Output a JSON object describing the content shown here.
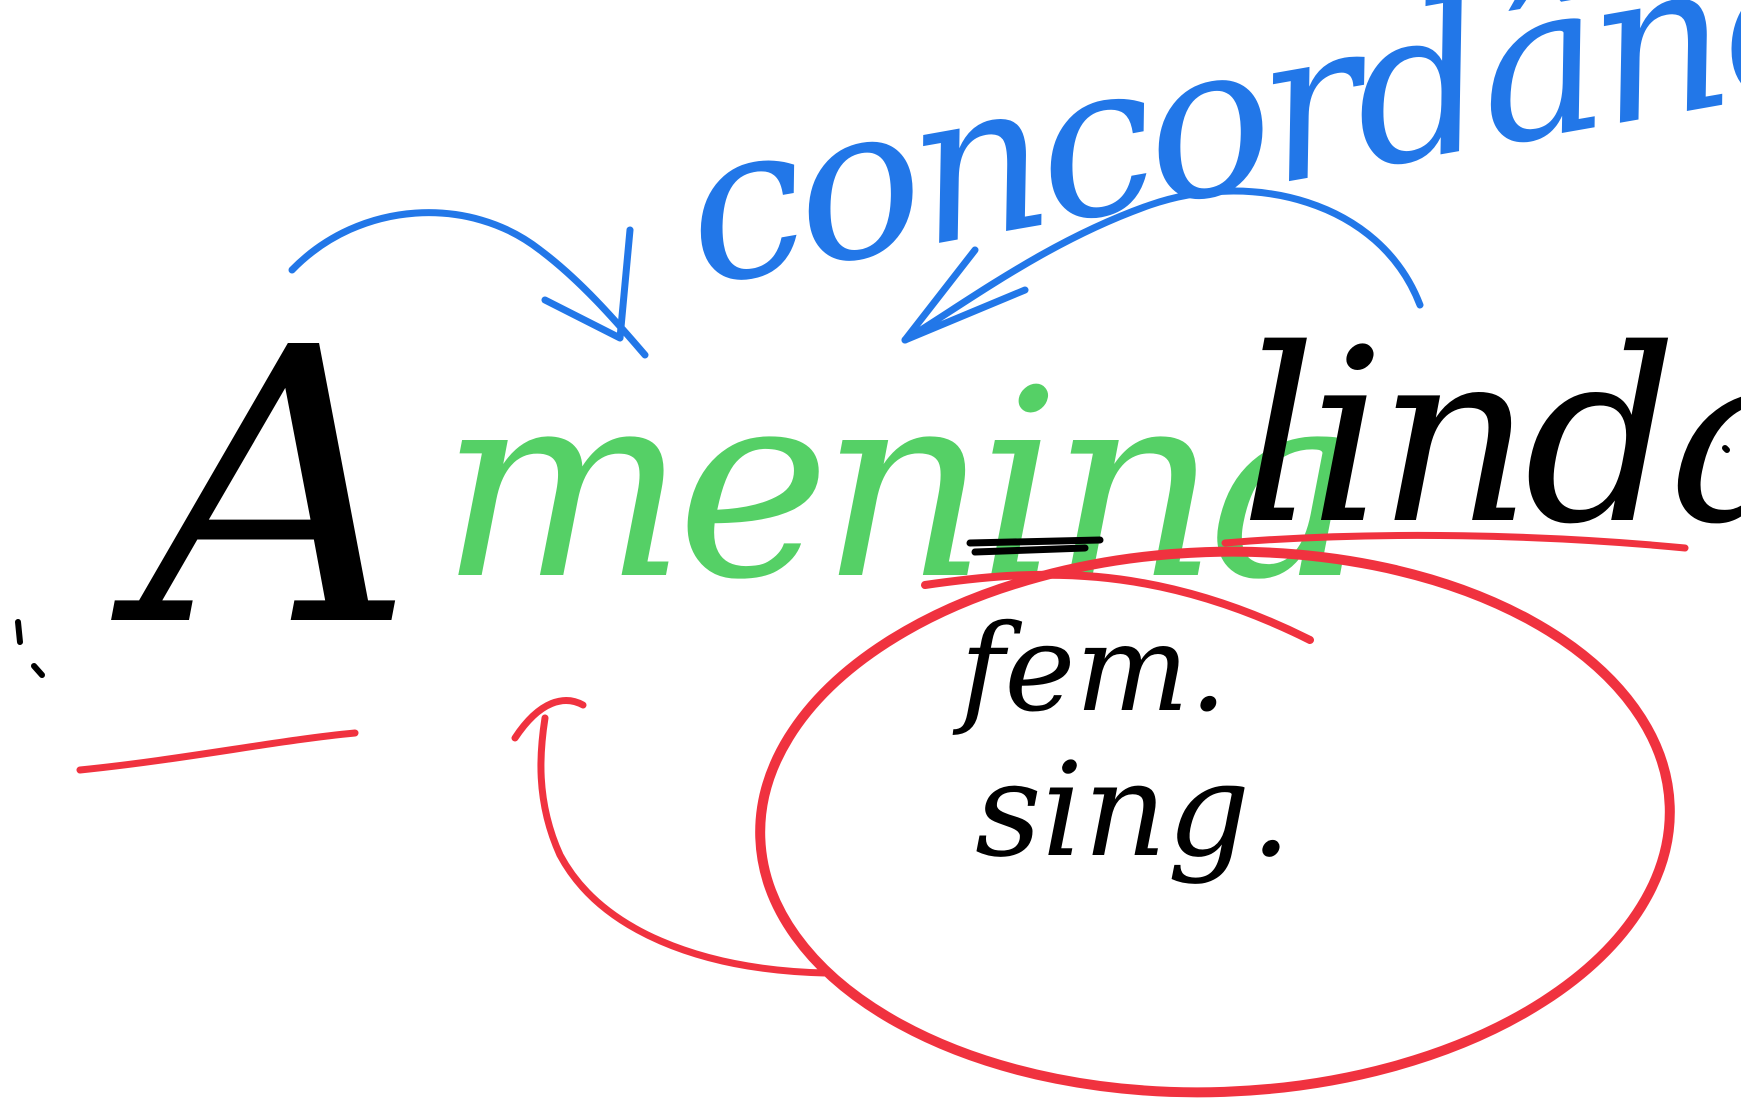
{
  "title": "concordância.",
  "words": {
    "article": "A",
    "noun": "menina",
    "adjective": "linda"
  },
  "features": {
    "gender": "fem.",
    "number": "sing."
  },
  "colors": {
    "blue": "#2277e8",
    "green": "#55d066",
    "red": "#f0323f",
    "black": "#000000"
  }
}
